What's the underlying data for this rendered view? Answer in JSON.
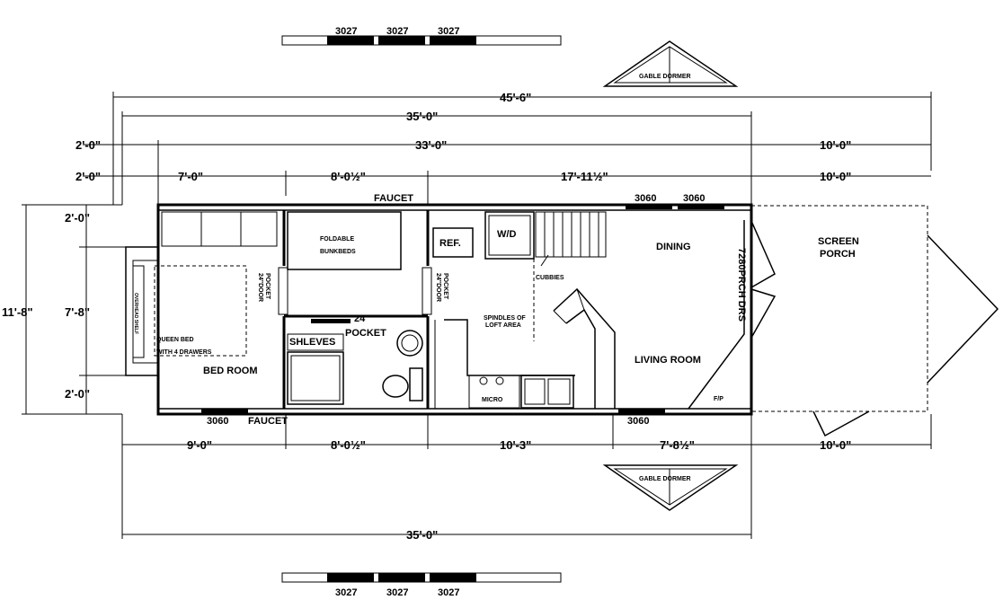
{
  "window_top": {
    "a": "3027",
    "b": "3027",
    "c": "3027"
  },
  "window_bottom": {
    "a": "3027",
    "b": "3027",
    "c": "3027"
  },
  "gable_top": "GABLE DORMER",
  "gable_bottom": "GABLE DORMER",
  "dims_top": {
    "overall": "45'-6\"",
    "house": "35'-0\"",
    "left_ext_1": "2'-0\"",
    "inner": "33'-0\"",
    "porch_1": "10'-0\"",
    "left_ext_2": "2'-0\"",
    "seg_1": "7'-0\"",
    "seg_2": "8'-0½\"",
    "seg_3": "17'-11½\"",
    "porch_2": "10'-0\""
  },
  "dims_left": {
    "total": "11'-8\"",
    "top": "2'-0\"",
    "middle": "7'-8\"",
    "bottom": "2'-0\""
  },
  "dims_bottom": {
    "seg_1": "9'-0\"",
    "seg_2": "8'-0½\"",
    "seg_3": "10'-3\"",
    "seg_4": "7'-8½\"",
    "porch": "10'-0\"",
    "house": "35'-0\""
  },
  "labels": {
    "faucet_top": "FAUCET",
    "window_3060_a": "3060",
    "window_3060_b": "3060",
    "window_3060_c": "3060",
    "faucet_bottom": "FAUCET",
    "window_3060_d": "3060",
    "bunkbeds": [
      "FOLDABLE",
      "BUNKBEDS"
    ],
    "pocket_door_1": [
      "POCKET",
      "24\"DOOR"
    ],
    "pocket_door_2": [
      "POCKET",
      "24\"DOOR"
    ],
    "pocket_24": [
      "24\"",
      "POCKET"
    ],
    "ref": "REF.",
    "wd": "W/D",
    "cubbies": "CUBBIES",
    "spindles": [
      "SPINDLES OF",
      "LOFT AREA"
    ],
    "shelves": "SHLEVES",
    "queen_bed": [
      "QUEEN BED",
      "WITH 4 DRAWERS"
    ],
    "bed_room": "BED ROOM",
    "micro": "MICRO",
    "dining": "DINING",
    "living_room": "LIVING ROOM",
    "porch_doors": "7280PRCH DRS",
    "fireplace": "F/P",
    "screen_porch": [
      "SCREEN",
      "PORCH"
    ],
    "shelf_vertical": "OVERHEAD SHELF"
  }
}
